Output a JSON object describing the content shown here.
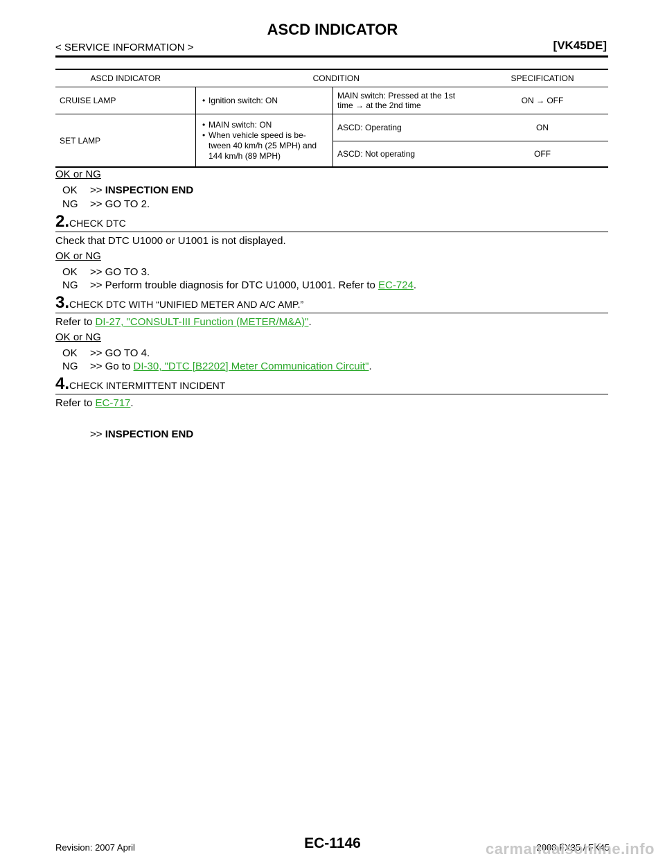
{
  "header": {
    "title": "ASCD INDICATOR",
    "section": "< SERVICE INFORMATION >",
    "engine": "[VK45DE]"
  },
  "spec_table": {
    "headers": [
      "ASCD INDICATOR",
      "CONDITION",
      "SPECIFICATION"
    ],
    "cruise_lamp": {
      "name": "CRUISE LAMP",
      "condition": "Ignition switch: ON",
      "sub_line1": "MAIN switch: Pressed at the 1st",
      "sub_line2": "time → at the 2nd time",
      "spec": "ON → OFF"
    },
    "set_lamp": {
      "name": "SET LAMP",
      "cond_1": "MAIN switch: ON",
      "cond_2_line1": "When vehicle speed is be-",
      "cond_2_line2": "tween 40 km/h (25 MPH) and",
      "cond_2_line3": "144 km/h (89 MPH)",
      "sub_1": "ASCD: Operating",
      "spec_1": "ON",
      "sub_2": "ASCD: Not operating",
      "spec_2": "OFF"
    }
  },
  "result_1": {
    "heading": "OK or NG",
    "ok_key": "OK",
    "ok_prefix": ">> ",
    "ok_text": "INSPECTION END",
    "ng_key": "NG",
    "ng_text": ">> GO TO 2."
  },
  "step2": {
    "number": "2.",
    "title": "CHECK DTC",
    "body": "Check that DTC U1000 or U1001 is not displayed.",
    "heading": "OK or NG",
    "ok_key": "OK",
    "ok_text": ">> GO TO 3.",
    "ng_key": "NG",
    "ng_text": ">> Perform trouble diagnosis for DTC U1000, U1001. Refer to ",
    "ng_link": "EC-724",
    "ng_end": "."
  },
  "step3": {
    "number": "3.",
    "title": "CHECK DTC WITH “UNIFIED METER AND A/C AMP.”",
    "refer": "Refer to ",
    "link": "DI-27, \"CONSULT-III Function (METER/M&A)\"",
    "end": ".",
    "heading": "OK or NG",
    "ok_key": "OK",
    "ok_text": ">> GO TO 4.",
    "ng_key": "NG",
    "ng_text": ">> Go to ",
    "ng_link": "DI-30, \"DTC [B2202] Meter Communication Circuit\"",
    "ng_end": "."
  },
  "step4": {
    "number": "4.",
    "title": "CHECK INTERMITTENT INCIDENT",
    "refer": "Refer to ",
    "link": "EC-717",
    "end": ".",
    "final_prefix": ">> ",
    "final_text": "INSPECTION END"
  },
  "footer": {
    "page": "EC-1146",
    "revision": "Revision: 2007 April",
    "model": "2008 FX35 / FX45",
    "watermark": "carmanualsonline.info"
  }
}
